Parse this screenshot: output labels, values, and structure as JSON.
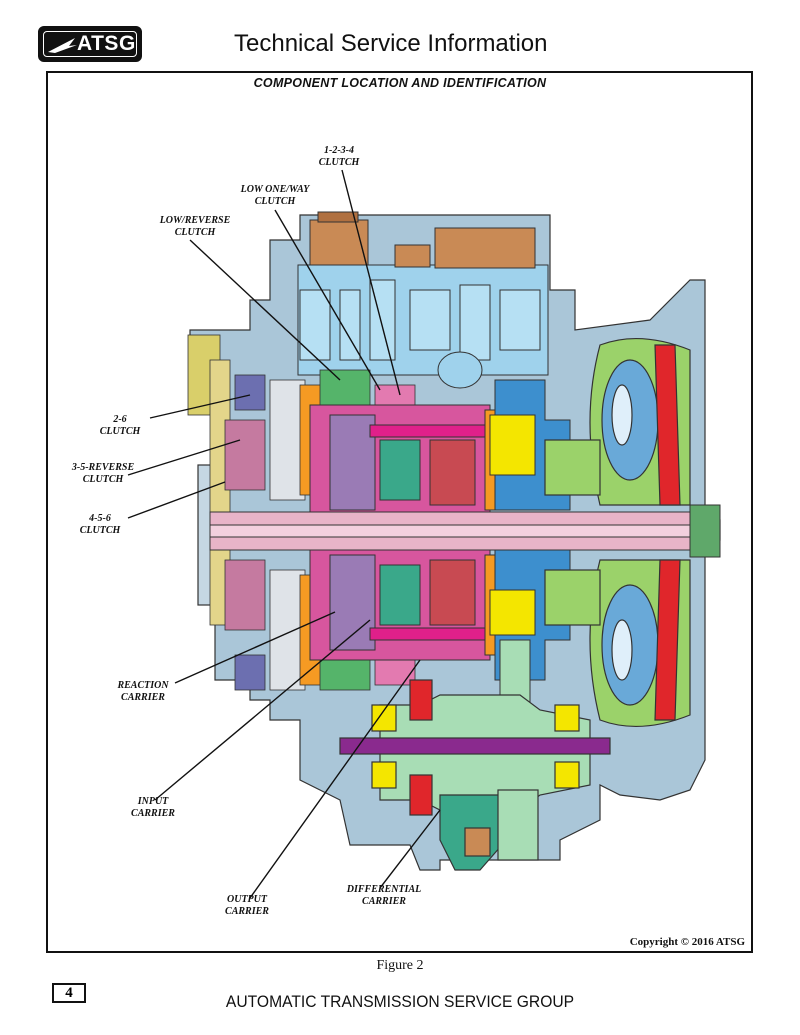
{
  "header": {
    "logo_text": "ATSG",
    "title": "Technical Service Information"
  },
  "figure": {
    "heading": "COMPONENT LOCATION AND IDENTIFICATION",
    "copyright": "Copyright © 2016 ATSG",
    "caption": "Figure 2"
  },
  "labels": {
    "clutch_1234": [
      "1-2-3-4",
      "CLUTCH"
    ],
    "low_oneway": [
      "LOW ONE/WAY",
      "CLUTCH"
    ],
    "low_reverse": [
      "LOW/REVERSE",
      "CLUTCH"
    ],
    "clutch_26": [
      "2-6",
      "CLUTCH"
    ],
    "clutch_35r": [
      "3-5-REVERSE",
      "CLUTCH"
    ],
    "clutch_456": [
      "4-5-6",
      "CLUTCH"
    ],
    "reaction_carrier": [
      "REACTION",
      "CARRIER"
    ],
    "input_carrier": [
      "INPUT",
      "CARRIER"
    ],
    "output_carrier": [
      "OUTPUT",
      "CARRIER"
    ],
    "differential_carrier": [
      "DIFFERENTIAL",
      "CARRIER"
    ]
  },
  "footer": {
    "page_number": "4",
    "org": "AUTOMATIC TRANSMISSION SERVICE GROUP"
  },
  "colors": {
    "case": "#a9c4d6",
    "valve_body": "#9fd3ec",
    "solenoid": "#c98a55",
    "gear_magenta": "#e0208a",
    "gear_purple": "#7a4c9a",
    "converter_green": "#8cc63f",
    "yellow_bearing": "#f4e600",
    "differential": "#a8ddb5",
    "shaft": "#e8b4c8",
    "orange": "#f59a23",
    "red": "#e0262b"
  }
}
